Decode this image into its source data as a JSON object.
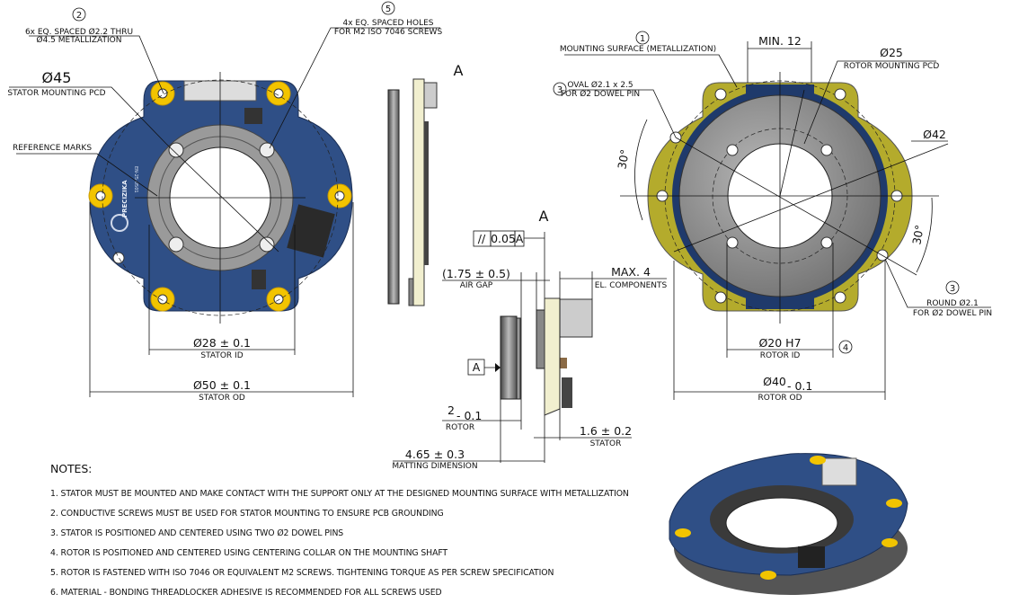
{
  "stator_view": {
    "callout_2_number": "2",
    "callout_2_line1": "6x EQ. SPACED Ø2.2 THRU",
    "callout_2_line2": "Ø4.5 METALLIZATION",
    "callout_5_number": "5",
    "callout_5_line1": "4x EQ. SPACED HOLES",
    "callout_5_line2": "FOR M2 ISO 7046 SCREWS",
    "pcd_value": "Ø45",
    "pcd_label": "STATOR MOUNTING PCD",
    "reference_marks": "REFERENCE MARKS",
    "id_value": "Ø28 ± 0.1",
    "id_label": "STATOR ID",
    "od_value": "Ø50 ± 0.1",
    "od_label": "STATOR OD",
    "brand": "PRECIZIKA",
    "part_no": "EN-25-0501"
  },
  "side_view": {
    "view_label_top": "A",
    "view_label": "A",
    "parallelism_symbol": "//",
    "parallelism_value": "0.05",
    "parallelism_datum": "A",
    "air_gap_value": "(1.75 ± 0.5)",
    "air_gap_label": "AIR GAP",
    "max_value": "MAX. 4",
    "max_label": "EL. COMPONENTS",
    "datum_label": "A",
    "rotor_value": "2",
    "rotor_tol": "- 0.1",
    "rotor_label": "ROTOR",
    "stator_value": "1.6 ± 0.2",
    "stator_label": "STATOR",
    "matting_value": "4.65 ± 0.3",
    "matting_label": "MATTING DIMENSION"
  },
  "rotor_view": {
    "callout_1_number": "1",
    "callout_1_label": "MOUNTING SURFACE (METALLIZATION)",
    "min_value": "MIN. 12",
    "pcd_value": "Ø25",
    "pcd_label": "ROTOR MOUNTING PCD",
    "callout_3a_number": "3",
    "oval_line1": "OVAL Ø2.1 x 2.5",
    "oval_line2": "FOR Ø2 DOWEL PIN",
    "d42": "Ø42",
    "angle_left": "30°",
    "angle_right": "30°",
    "callout_3b_number": "3",
    "round_line1": "ROUND Ø2.1",
    "round_line2": "FOR Ø2 DOWEL PIN",
    "id_value": "Ø20 H7",
    "id_label": "ROTOR ID",
    "callout_4_number": "4",
    "od_value": "Ø40",
    "od_tol": "- 0.1",
    "od_label": "ROTOR OD"
  },
  "notes": {
    "title": "NOTES:",
    "items": [
      "1. STATOR MUST BE MOUNTED AND MAKE CONTACT WITH THE SUPPORT ONLY AT THE DESIGNED MOUNTING SURFACE WITH METALLIZATION",
      "2. CONDUCTIVE SCREWS MUST BE USED FOR STATOR MOUNTING TO ENSURE PCB GROUNDING",
      "3. STATOR IS POSITIONED AND CENTERED USING TWO Ø2 DOWEL PINS",
      "4. ROTOR IS POSITIONED AND CENTERED USING CENTERING COLLAR ON THE MOUNTING SHAFT",
      "5. ROTOR IS FASTENED WITH ISO 7046 OR EQUIVALENT M2 SCREWS. TIGHTENING TORQUE AS PER SCREW SPECIFICATION",
      "6. MATERIAL - BONDING THREADLOCKER ADHESIVE IS RECOMMENDED FOR ALL SCREWS USED"
    ]
  },
  "colors": {
    "pcb": "#2f4f86",
    "pad": "#f2c400",
    "stator_back": "#b4ab2c",
    "rotor": "#8a8a8a",
    "line": "#111111"
  }
}
